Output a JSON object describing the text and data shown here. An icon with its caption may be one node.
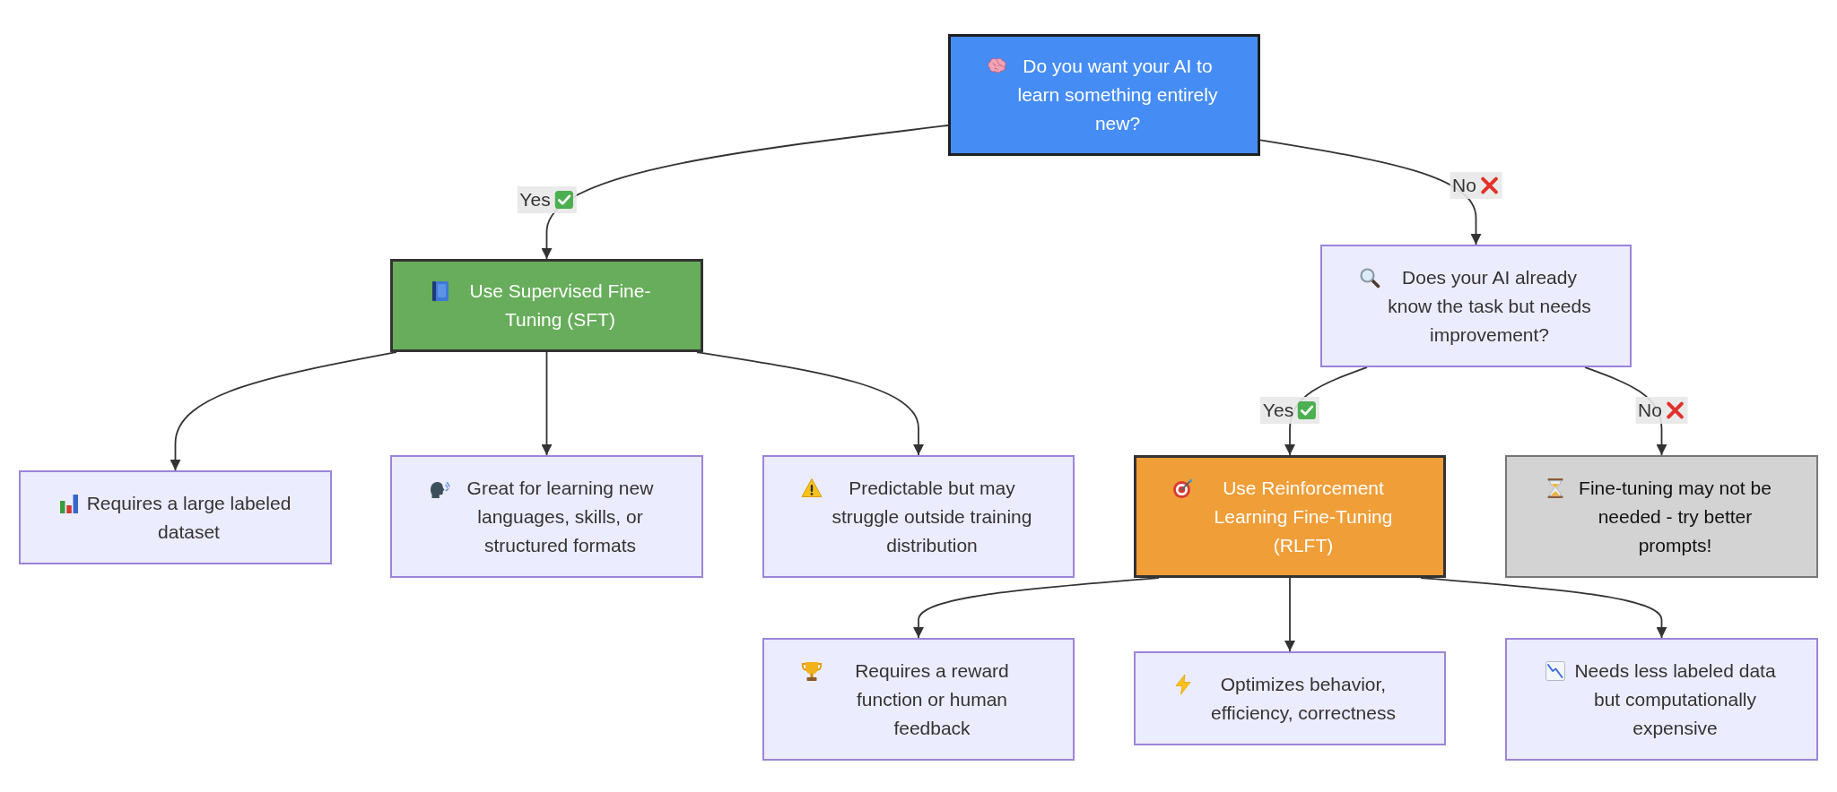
{
  "diagram": {
    "nodes": [
      {
        "text": [
          "Do you want your AI to learn something entirely new?"
        ]
      },
      {
        "text": [
          "Use Supervised Fine-Tuning (SFT)"
        ]
      },
      {
        "text": [
          "Does your AI already know the task but needs improvement?"
        ]
      },
      {
        "text": [
          "Requires a large labeled dataset"
        ]
      },
      {
        "text": [
          "Great for learning new languages, skills, or structured formats"
        ]
      },
      {
        "text": [
          "Predictable but may struggle outside training distribution"
        ]
      },
      {
        "text": [
          "Use Reinforcement Learning Fine-Tuning (RLFT)"
        ]
      },
      {
        "text": [
          "Fine-tuning may not be needed - try better prompts!"
        ]
      },
      {
        "text": [
          "Requires a reward function or human feedback"
        ]
      },
      {
        "text": [
          "Optimizes behavior, efficiency, correctness"
        ]
      },
      {
        "text": [
          "Needs less labeled data but computationally expensive"
        ]
      }
    ],
    "edges": [
      {
        "from": 0,
        "to": 1,
        "arrow": "to",
        "label": "Yes"
      },
      {
        "from": 0,
        "to": 2,
        "arrow": "to",
        "label": "No"
      },
      {
        "from": 1,
        "to": 3,
        "arrow": "to"
      },
      {
        "from": 1,
        "to": 4,
        "arrow": "to"
      },
      {
        "from": 1,
        "to": 5,
        "arrow": "to"
      },
      {
        "from": 2,
        "to": 6,
        "arrow": "to",
        "label": "Yes"
      },
      {
        "from": 2,
        "to": 7,
        "arrow": "to",
        "label": "No"
      },
      {
        "from": 6,
        "to": 8,
        "arrow": "to"
      },
      {
        "from": 6,
        "to": 9,
        "arrow": "to"
      },
      {
        "from": 6,
        "to": 10,
        "arrow": "to"
      }
    ]
  }
}
